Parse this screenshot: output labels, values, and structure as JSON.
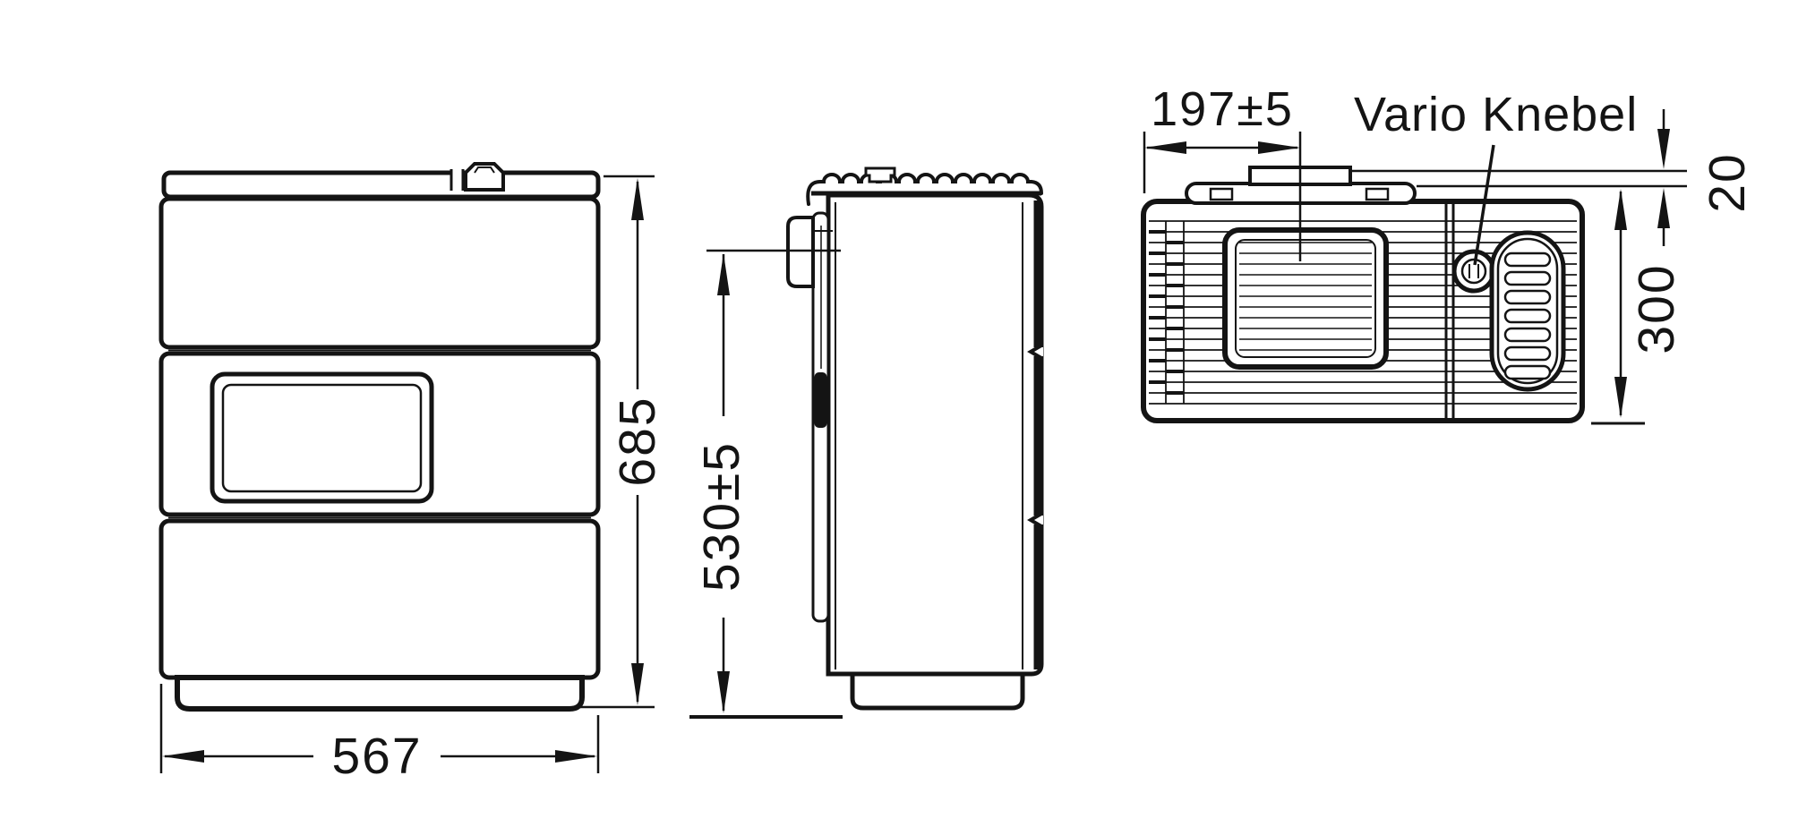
{
  "drawing": {
    "ink_color": "#141414",
    "paper_color": "#ffffff"
  },
  "labels": {
    "front_width": "567",
    "front_height": "685",
    "side_flue_height": "530±5",
    "top_flue_offset": "197±5",
    "top_back_gap": "20",
    "top_depth": "300",
    "knob": "Vario Knebel"
  }
}
